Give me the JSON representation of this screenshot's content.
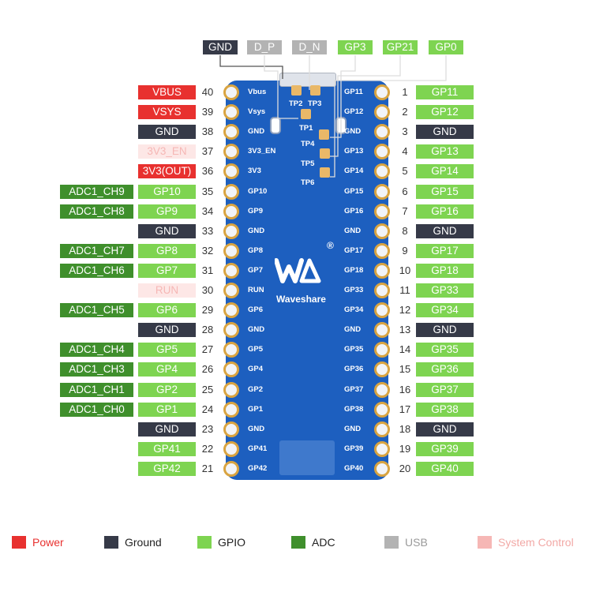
{
  "colors": {
    "power": "#e8312f",
    "ground": "#363a48",
    "gpio": "#7ed451",
    "adc": "#3f8f2c",
    "usb": "#b3b3b3",
    "system_control": "#f6b7b5"
  },
  "top_labels": [
    {
      "text": "GND",
      "kind": "ground"
    },
    {
      "text": "D_P",
      "kind": "usb"
    },
    {
      "text": "D_N",
      "kind": "usb"
    },
    {
      "text": "GP3",
      "kind": "gpio"
    },
    {
      "text": "GP21",
      "kind": "gpio"
    },
    {
      "text": "GP0",
      "kind": "gpio"
    }
  ],
  "left_pins": [
    {
      "num": "40",
      "name": "VBUS",
      "kind": "power",
      "silk": "Vbus"
    },
    {
      "num": "39",
      "name": "VSYS",
      "kind": "power",
      "silk": "Vsys"
    },
    {
      "num": "38",
      "name": "GND",
      "kind": "ground",
      "silk": "GND"
    },
    {
      "num": "37",
      "name": "3V3_EN",
      "kind": "system_control",
      "silk": "3V3_EN"
    },
    {
      "num": "36",
      "name": "3V3(OUT)",
      "kind": "power",
      "silk": "3V3"
    },
    {
      "num": "35",
      "name": "GP10",
      "kind": "gpio",
      "adc": "ADC1_CH9",
      "silk": "GP10"
    },
    {
      "num": "34",
      "name": "GP9",
      "kind": "gpio",
      "adc": "ADC1_CH8",
      "silk": "GP9"
    },
    {
      "num": "33",
      "name": "GND",
      "kind": "ground",
      "silk": "GND"
    },
    {
      "num": "32",
      "name": "GP8",
      "kind": "gpio",
      "adc": "ADC1_CH7",
      "silk": "GP8"
    },
    {
      "num": "31",
      "name": "GP7",
      "kind": "gpio",
      "adc": "ADC1_CH6",
      "silk": "GP7"
    },
    {
      "num": "30",
      "name": "RUN",
      "kind": "system_control",
      "silk": "RUN"
    },
    {
      "num": "29",
      "name": "GP6",
      "kind": "gpio",
      "adc": "ADC1_CH5",
      "silk": "GP6"
    },
    {
      "num": "28",
      "name": "GND",
      "kind": "ground",
      "silk": "GND"
    },
    {
      "num": "27",
      "name": "GP5",
      "kind": "gpio",
      "adc": "ADC1_CH4",
      "silk": "GP5"
    },
    {
      "num": "26",
      "name": "GP4",
      "kind": "gpio",
      "adc": "ADC1_CH3",
      "silk": "GP4"
    },
    {
      "num": "25",
      "name": "GP2",
      "kind": "gpio",
      "adc": "ADC1_CH1",
      "silk": "GP2"
    },
    {
      "num": "24",
      "name": "GP1",
      "kind": "gpio",
      "adc": "ADC1_CH0",
      "silk": "GP1"
    },
    {
      "num": "23",
      "name": "GND",
      "kind": "ground",
      "silk": "GND"
    },
    {
      "num": "22",
      "name": "GP41",
      "kind": "gpio",
      "silk": "GP41"
    },
    {
      "num": "21",
      "name": "GP42",
      "kind": "gpio",
      "silk": "GP42"
    }
  ],
  "right_pins": [
    {
      "num": "1",
      "name": "GP11",
      "kind": "gpio",
      "silk": "GP11"
    },
    {
      "num": "2",
      "name": "GP12",
      "kind": "gpio",
      "silk": "GP12"
    },
    {
      "num": "3",
      "name": "GND",
      "kind": "ground",
      "silk": "GND"
    },
    {
      "num": "4",
      "name": "GP13",
      "kind": "gpio",
      "silk": "GP13"
    },
    {
      "num": "5",
      "name": "GP14",
      "kind": "gpio",
      "silk": "GP14"
    },
    {
      "num": "6",
      "name": "GP15",
      "kind": "gpio",
      "silk": "GP15"
    },
    {
      "num": "7",
      "name": "GP16",
      "kind": "gpio",
      "silk": "GP16"
    },
    {
      "num": "8",
      "name": "GND",
      "kind": "ground",
      "silk": "GND"
    },
    {
      "num": "9",
      "name": "GP17",
      "kind": "gpio",
      "silk": "GP17"
    },
    {
      "num": "10",
      "name": "GP18",
      "kind": "gpio",
      "silk": "GP18"
    },
    {
      "num": "11",
      "name": "GP33",
      "kind": "gpio",
      "silk": "GP33"
    },
    {
      "num": "12",
      "name": "GP34",
      "kind": "gpio",
      "silk": "GP34"
    },
    {
      "num": "13",
      "name": "GND",
      "kind": "ground",
      "silk": "GND"
    },
    {
      "num": "14",
      "name": "GP35",
      "kind": "gpio",
      "silk": "GP35"
    },
    {
      "num": "15",
      "name": "GP36",
      "kind": "gpio",
      "silk": "GP36"
    },
    {
      "num": "16",
      "name": "GP37",
      "kind": "gpio",
      "silk": "GP37"
    },
    {
      "num": "17",
      "name": "GP38",
      "kind": "gpio",
      "silk": "GP38"
    },
    {
      "num": "18",
      "name": "GND",
      "kind": "ground",
      "silk": "GND"
    },
    {
      "num": "19",
      "name": "GP39",
      "kind": "gpio",
      "silk": "GP39"
    },
    {
      "num": "20",
      "name": "GP40",
      "kind": "gpio",
      "silk": "GP40"
    }
  ],
  "test_points": [
    "TP2",
    "TP3",
    "TP1",
    "TP4",
    "TP5",
    "TP6"
  ],
  "brand": {
    "logo_text": "Waveshare",
    "registered_mark": "®"
  },
  "legend": [
    {
      "text": "Power",
      "kind": "power"
    },
    {
      "text": "Ground",
      "kind": "ground"
    },
    {
      "text": "GPIO",
      "kind": "gpio"
    },
    {
      "text": "ADC",
      "kind": "adc"
    },
    {
      "text": "USB",
      "kind": "usb"
    },
    {
      "text": "System Control",
      "kind": "system_control"
    }
  ]
}
